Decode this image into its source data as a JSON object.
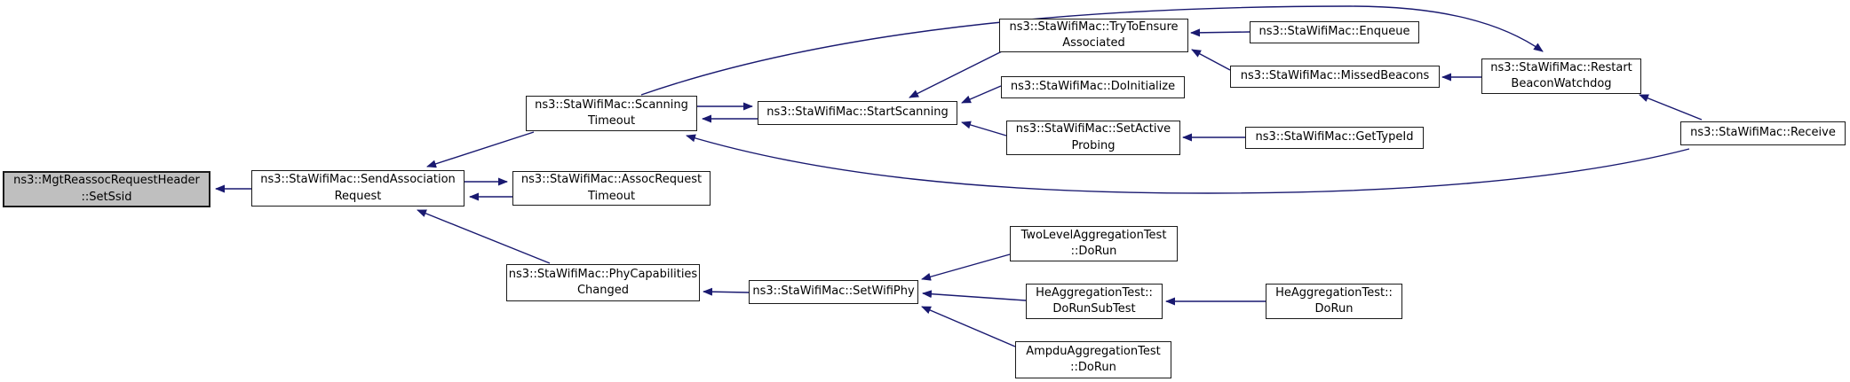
{
  "diagram": {
    "kind": "doxygen-caller-graph",
    "edge_color": "#191970",
    "node_fill": "#ffffff",
    "node_border": "#1a1a1a",
    "highlight_fill": "#bfbfbf"
  },
  "nodes": {
    "set_ssid": {
      "label": "ns3::MgtReassocRequestHeader\n::SetSsid",
      "highlighted": true
    },
    "send_association_request": {
      "label": "ns3::StaWifiMac::SendAssociation\nRequest",
      "highlighted": false
    },
    "scanning_timeout": {
      "label": "ns3::StaWifiMac::Scanning\nTimeout",
      "highlighted": false
    },
    "start_scanning": {
      "label": "ns3::StaWifiMac::StartScanning",
      "highlighted": false
    },
    "try_to_ensure_associated": {
      "label": "ns3::StaWifiMac::TryToEnsure\nAssociated",
      "highlighted": false
    },
    "do_initialize": {
      "label": "ns3::StaWifiMac::DoInitialize",
      "highlighted": false
    },
    "set_active_probing": {
      "label": "ns3::StaWifiMac::SetActive\nProbing",
      "highlighted": false
    },
    "enqueue": {
      "label": "ns3::StaWifiMac::Enqueue",
      "highlighted": false
    },
    "missed_beacons": {
      "label": "ns3::StaWifiMac::MissedBeacons",
      "highlighted": false
    },
    "restart_beacon_watchdog": {
      "label": "ns3::StaWifiMac::Restart\nBeaconWatchdog",
      "highlighted": false
    },
    "get_type_id": {
      "label": "ns3::StaWifiMac::GetTypeId",
      "highlighted": false
    },
    "receive": {
      "label": "ns3::StaWifiMac::Receive",
      "highlighted": false
    },
    "assoc_request_timeout": {
      "label": "ns3::StaWifiMac::AssocRequest\nTimeout",
      "highlighted": false
    },
    "phy_capabilities_changed": {
      "label": "ns3::StaWifiMac::PhyCapabilities\nChanged",
      "highlighted": false
    },
    "set_wifi_phy": {
      "label": "ns3::StaWifiMac::SetWifiPhy",
      "highlighted": false
    },
    "two_level_aggregation_test_do_run": {
      "label": "TwoLevelAggregationTest\n::DoRun",
      "highlighted": false
    },
    "he_aggregation_test_do_run_sub_test": {
      "label": "HeAggregationTest::\nDoRunSubTest",
      "highlighted": false
    },
    "he_aggregation_test_do_run": {
      "label": "HeAggregationTest::\nDoRun",
      "highlighted": false
    },
    "ampdu_aggregation_test_do_run": {
      "label": "AmpduAggregationTest\n::DoRun",
      "highlighted": false
    }
  },
  "edges": [
    {
      "from": "send_association_request",
      "to": "set_ssid"
    },
    {
      "from": "scanning_timeout",
      "to": "send_association_request"
    },
    {
      "from": "send_association_request",
      "to": "assoc_request_timeout"
    },
    {
      "from": "assoc_request_timeout",
      "to": "send_association_request"
    },
    {
      "from": "phy_capabilities_changed",
      "to": "send_association_request"
    },
    {
      "from": "scanning_timeout",
      "to": "start_scanning"
    },
    {
      "from": "start_scanning",
      "to": "scanning_timeout"
    },
    {
      "from": "try_to_ensure_associated",
      "to": "start_scanning"
    },
    {
      "from": "do_initialize",
      "to": "start_scanning"
    },
    {
      "from": "set_active_probing",
      "to": "start_scanning"
    },
    {
      "from": "get_type_id",
      "to": "set_active_probing"
    },
    {
      "from": "enqueue",
      "to": "try_to_ensure_associated"
    },
    {
      "from": "missed_beacons",
      "to": "try_to_ensure_associated"
    },
    {
      "from": "restart_beacon_watchdog",
      "to": "missed_beacons"
    },
    {
      "from": "scanning_timeout",
      "to": "restart_beacon_watchdog"
    },
    {
      "from": "receive",
      "to": "restart_beacon_watchdog"
    },
    {
      "from": "receive",
      "to": "scanning_timeout"
    },
    {
      "from": "set_wifi_phy",
      "to": "phy_capabilities_changed"
    },
    {
      "from": "two_level_aggregation_test_do_run",
      "to": "set_wifi_phy"
    },
    {
      "from": "he_aggregation_test_do_run_sub_test",
      "to": "set_wifi_phy"
    },
    {
      "from": "ampdu_aggregation_test_do_run",
      "to": "set_wifi_phy"
    },
    {
      "from": "he_aggregation_test_do_run",
      "to": "he_aggregation_test_do_run_sub_test"
    }
  ]
}
